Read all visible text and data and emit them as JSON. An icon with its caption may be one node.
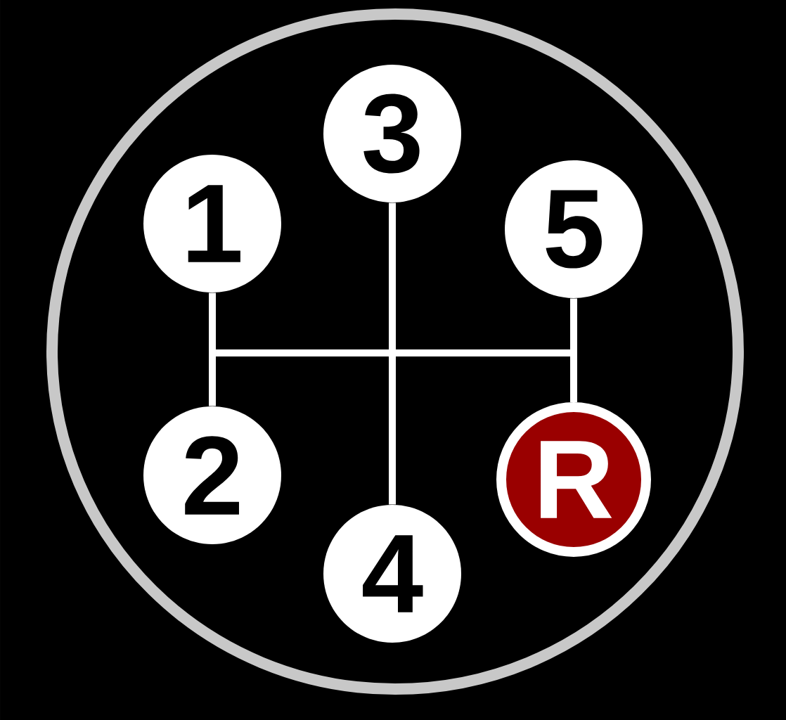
{
  "diagram": {
    "nodes": [
      {
        "text": [
          "3"
        ]
      },
      {
        "text": [
          "1"
        ]
      },
      {
        "text": [
          "5"
        ]
      },
      {
        "text": [
          "2"
        ]
      },
      {
        "text": [
          "R"
        ]
      },
      {
        "text": [
          "4"
        ]
      }
    ],
    "edges": [
      {
        "from": 1,
        "to": 3,
        "arrow": "none"
      },
      {
        "from": 0,
        "to": 5,
        "arrow": "none"
      },
      {
        "from": 2,
        "to": 4,
        "arrow": "none"
      }
    ]
  }
}
